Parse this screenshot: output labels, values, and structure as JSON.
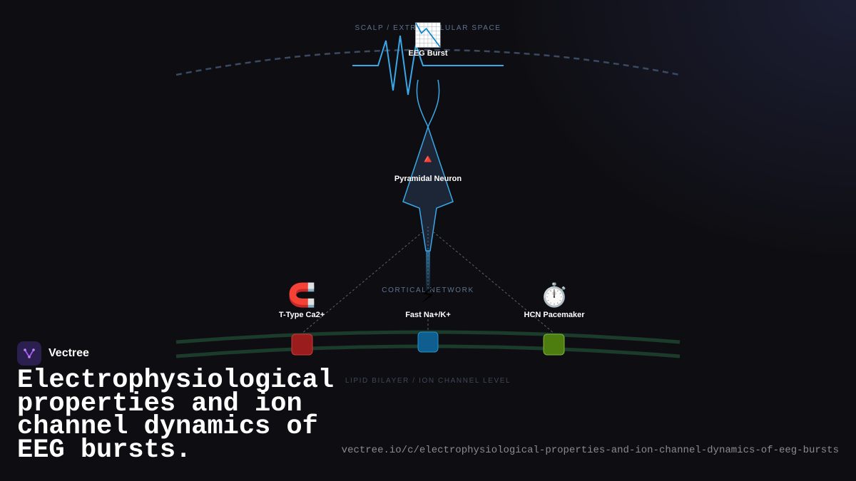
{
  "layers": {
    "top": "SCALP / EXTRACELLULAR SPACE",
    "middle": "CORTICAL NETWORK",
    "bottom": "LIPID BILAYER / ION CHANNEL LEVEL"
  },
  "nodes": {
    "eeg": {
      "label": "EEG Burst",
      "icon": "chart-decreasing-icon",
      "glyph": "📉",
      "color": "#3aa8e8"
    },
    "neuron": {
      "label": "Pyramidal Neuron",
      "icon": "triangle-icon",
      "glyph": "🔺",
      "color": "#3aa8e8"
    },
    "ttype": {
      "label": "T-Type Ca2+",
      "icon": "magnet-icon",
      "glyph": "🧲",
      "color": "#9b1c1c"
    },
    "fast": {
      "label": "Fast Na+/K+",
      "icon": "lightning-icon",
      "glyph": "⚡",
      "color": "#0e5f8f"
    },
    "hcn": {
      "label": "HCN Pacemaker",
      "icon": "stopwatch-icon",
      "glyph": "⏱️",
      "color": "#4d7c0f"
    }
  },
  "brand": {
    "name": "Vectree"
  },
  "title": "Electrophysiological properties and ion channel dynamics of EEG bursts.",
  "url": "vectree.io/c/electrophysiological-properties-and-ion-channel-dynamics-of-eeg-bursts"
}
